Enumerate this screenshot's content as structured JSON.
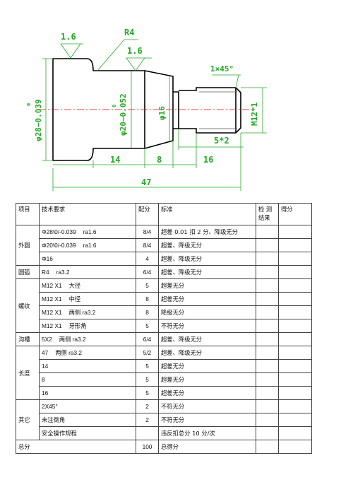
{
  "drawing": {
    "labels": {
      "ra_left": "1.6",
      "radius": "R4",
      "ra_mid": "1.6",
      "chamfer": "1×45°",
      "dia28": "φ28−0.039",
      "dia28_upper": "0",
      "dia20": "φ20−0.052",
      "dia20_upper": "0",
      "dia16": "φ16",
      "thread": "M12*1",
      "groove": "5*2",
      "len14": "14",
      "len8": "8",
      "len16": "16",
      "len47": "47"
    },
    "colors": {
      "dimension": "#22aa22",
      "outline": "#000000"
    }
  },
  "table": {
    "headers": {
      "item": "项目",
      "req": "技术要求",
      "score": "配分",
      "standard": "标准",
      "result": "检 测\n结果",
      "points": "得分"
    },
    "rows": [
      {
        "cat": "外圆",
        "req": "Φ28\\0/-0.039",
        "note": "ra1.6",
        "score": "8/4",
        "std": "超差 0.01 扣 2 分、降级无分"
      },
      {
        "cat": "",
        "req": "Φ20\\0/-0.039",
        "note": "ra1.6",
        "score": "8/4",
        "std": "超差、降级无分"
      },
      {
        "cat": "",
        "req": "Φ16",
        "note": "",
        "score": "4",
        "std": "超差、降级无分"
      },
      {
        "cat": "圆弧",
        "req": "R4",
        "note": "ra3.2",
        "score": "6/4",
        "std": "超差、降级无分"
      },
      {
        "cat": "螺纹",
        "req": "M12 X1",
        "note": "大径",
        "score": "5",
        "std": "超差无分"
      },
      {
        "cat": "",
        "req": "M12 X1",
        "note": "中径",
        "score": "8",
        "std": "超差无分"
      },
      {
        "cat": "",
        "req": "M12 X1",
        "note": "两侧 ra3.2",
        "score": "8",
        "std": "降级无分"
      },
      {
        "cat": "",
        "req": "M12 X1",
        "note": "牙形角",
        "score": "5",
        "std": "不符无分"
      },
      {
        "cat": "沟槽",
        "req": "5X2",
        "note": "两侧 ra3.2",
        "score": "6/4",
        "std": "超差、降级无分"
      },
      {
        "cat": "长度",
        "req": "47",
        "note": "两侧 ra3.2",
        "score": "5/2",
        "std": "超差、降级无分"
      },
      {
        "cat": "",
        "req": "14",
        "note": "",
        "score": "5",
        "std": "超差无分"
      },
      {
        "cat": "",
        "req": "8",
        "note": "",
        "score": "5",
        "std": "超差无分"
      },
      {
        "cat": "",
        "req": "16",
        "note": "",
        "score": "5",
        "std": "超差无分"
      },
      {
        "cat": "其它",
        "req": "2X45°",
        "note": "",
        "score": "2",
        "std": "不符无分"
      },
      {
        "cat": "",
        "req": "未注倒角",
        "note": "",
        "score": "2",
        "std": "不符无分"
      },
      {
        "cat": "",
        "req": "安全操作规程",
        "note": "",
        "score": "",
        "std": "违反扣总分 10 分/次"
      }
    ],
    "total": {
      "label": "总分",
      "score": "100",
      "std": "总得分"
    }
  }
}
